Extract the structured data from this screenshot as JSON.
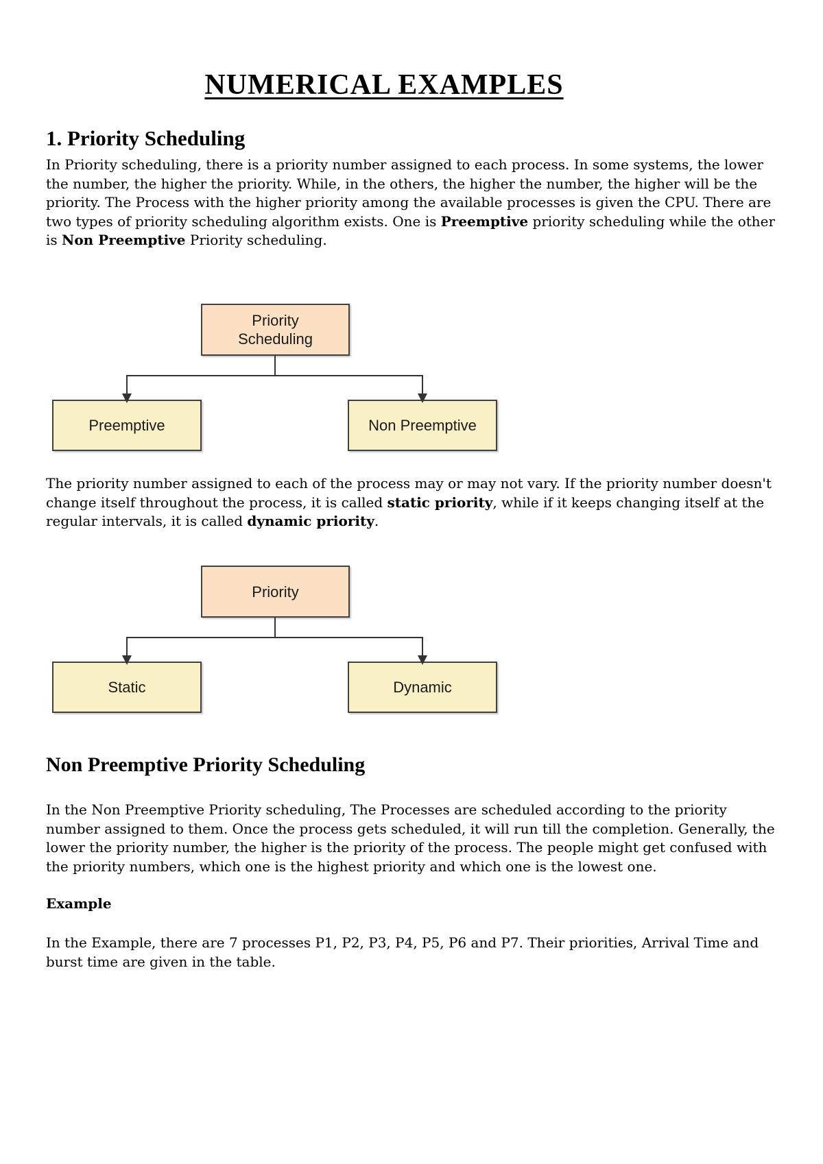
{
  "title": "NUMERICAL EXAMPLES",
  "section_priority": {
    "heading": "1. Priority Scheduling",
    "intro": {
      "s0": "In Priority scheduling, there is a priority number assigned to each process. In some systems, the lower the number, the higher the priority. While, in the others, the higher the number, the higher will be the priority. The Process with the higher priority among the available processes is given the CPU. There are two types of priority scheduling algorithm exists. One is ",
      "b1": "Preemptive",
      "s2": " priority scheduling while the other is ",
      "b3": "Non Preemptive",
      "s4": " Priority scheduling."
    },
    "variance": {
      "s0": "The priority number assigned to each of the process may or may not vary. If the priority number doesn't change itself throughout the process, it is called ",
      "b1": "static priority",
      "s2": ", while if it keeps changing itself at the regular intervals, it is called ",
      "b3": "dynamic priority",
      "s4": "."
    }
  },
  "diagram_scheduling": {
    "root": "Priority Scheduling",
    "left": "Preemptive",
    "right": "Non Preemptive"
  },
  "diagram_priority": {
    "root": "Priority",
    "left": "Static",
    "right": "Dynamic"
  },
  "section_non_preemptive": {
    "heading": "Non Preemptive Priority Scheduling",
    "body": "In the Non Preemptive Priority scheduling, The Processes are scheduled according to the priority number assigned to them. Once the process gets scheduled, it will run till the completion. Generally, the lower the priority number, the higher is the priority of the process. The people might get confused with the priority numbers, which one is the highest priority and which one is the lowest one.",
    "example_heading": "Example",
    "example_body": "In the Example, there are 7 processes P1, P2, P3, P4, P5, P6 and P7. Their priorities, Arrival Time and burst time are given in the table."
  },
  "colors": {
    "root_box_fill": "#fbe0c3",
    "child_box_fill": "#faf0c6",
    "box_border": "#404040",
    "connector": "#333333"
  }
}
